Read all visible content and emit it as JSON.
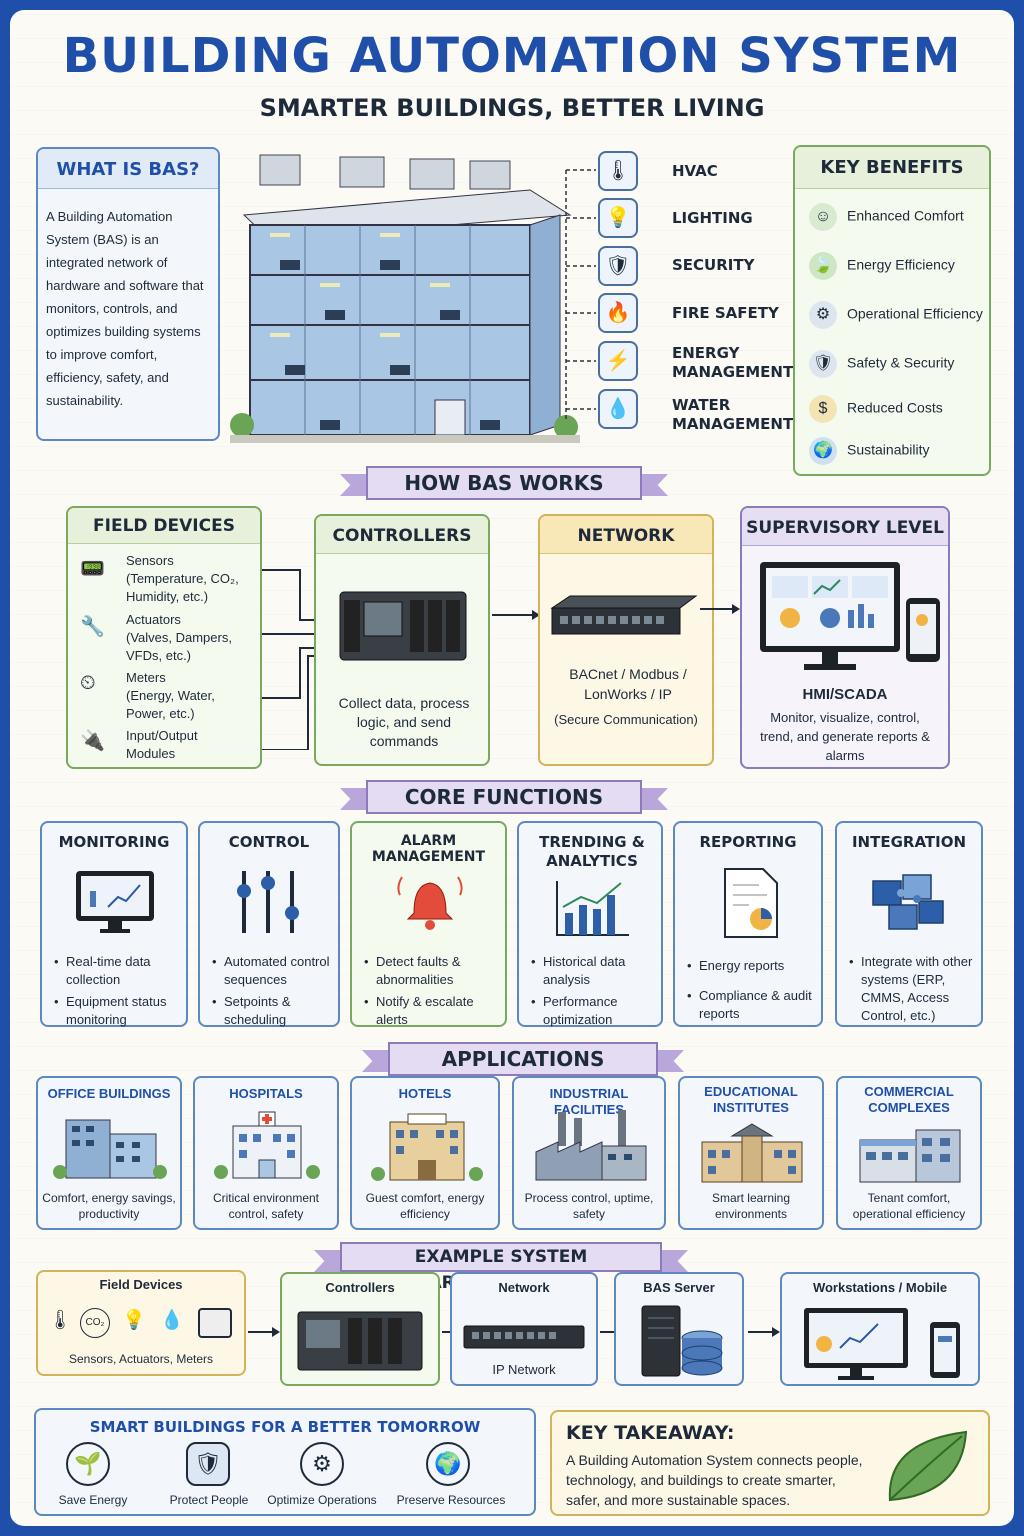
{
  "header": {
    "title": "BUILDING AUTOMATION SYSTEM",
    "subtitle": "SMARTER BUILDINGS, BETTER LIVING"
  },
  "what_is": {
    "heading": "WHAT IS BAS?",
    "body": "A Building Automation System (BAS) is an integrated network of hardware and software that monitors, controls, and optimizes building systems to improve comfort, efficiency, safety, and sustainability."
  },
  "systems": [
    {
      "label": "HVAC",
      "icon": "thermometer-icon"
    },
    {
      "label": "LIGHTING",
      "icon": "lightbulb-icon"
    },
    {
      "label": "SECURITY",
      "icon": "shield-icon"
    },
    {
      "label": "FIRE SAFETY",
      "icon": "flame-icon"
    },
    {
      "label": "ENERGY MANAGEMENT",
      "icon": "bolt-icon"
    },
    {
      "label": "WATER MANAGEMENT",
      "icon": "water-drop-icon"
    }
  ],
  "benefits": {
    "heading": "KEY BENEFITS",
    "items": [
      {
        "label": "Enhanced Comfort",
        "icon": "person-icon"
      },
      {
        "label": "Energy Efficiency",
        "icon": "leaf-icon"
      },
      {
        "label": "Operational Efficiency",
        "icon": "gear-icon"
      },
      {
        "label": "Safety & Security",
        "icon": "shield-icon"
      },
      {
        "label": "Reduced Costs",
        "icon": "dollar-icon"
      },
      {
        "label": "Sustainability",
        "icon": "globe-icon"
      }
    ]
  },
  "how": {
    "banner": "HOW BAS WORKS",
    "field": {
      "heading": "FIELD DEVICES",
      "items": [
        {
          "name": "Sensors",
          "detail": "(Temperature, CO₂, Humidity, etc.)"
        },
        {
          "name": "Actuators",
          "detail": "(Valves, Dampers, VFDs, etc.)"
        },
        {
          "name": "Meters",
          "detail": "(Energy, Water, Power, etc.)"
        },
        {
          "name": "Input/Output",
          "detail": "Modules"
        }
      ]
    },
    "controllers": {
      "heading": "CONTROLLERS",
      "desc": "Collect data, process logic, and send commands"
    },
    "network": {
      "heading": "NETWORK",
      "desc": "BACnet / Modbus / LonWorks / IP",
      "note": "(Secure Communication)"
    },
    "supervisory": {
      "heading": "SUPERVISORY LEVEL",
      "sub": "HMI/SCADA",
      "desc": "Monitor, visualize, control, trend, and generate reports & alarms"
    }
  },
  "core": {
    "banner": "CORE FUNCTIONS",
    "items": [
      {
        "title": "MONITORING",
        "bullets": [
          "Real-time data collection",
          "Equipment status monitoring"
        ]
      },
      {
        "title": "CONTROL",
        "bullets": [
          "Automated control sequences",
          "Setpoints & scheduling"
        ]
      },
      {
        "title": "ALARM MANAGEMENT",
        "bullets": [
          "Detect faults & abnormalities",
          "Notify & escalate alerts"
        ]
      },
      {
        "title": "TRENDING & ANALYTICS",
        "bullets": [
          "Historical data analysis",
          "Performance optimization"
        ]
      },
      {
        "title": "REPORTING",
        "bullets": [
          "Energy reports",
          "Compliance & audit reports"
        ]
      },
      {
        "title": "INTEGRATION",
        "bullets": [
          "Integrate with other systems (ERP, CMMS, Access Control, etc.)"
        ]
      }
    ]
  },
  "applications": {
    "banner": "APPLICATIONS",
    "items": [
      {
        "title": "OFFICE BUILDINGS",
        "desc": "Comfort, energy savings, productivity"
      },
      {
        "title": "HOSPITALS",
        "desc": "Critical environment control, safety"
      },
      {
        "title": "HOTELS",
        "desc": "Guest comfort, energy efficiency"
      },
      {
        "title": "INDUSTRIAL FACILITIES",
        "desc": "Process control, uptime, safety"
      },
      {
        "title": "EDUCATIONAL INSTITUTES",
        "desc": "Smart learning environments"
      },
      {
        "title": "COMMERCIAL COMPLEXES",
        "desc": "Tenant comfort, operational efficiency"
      }
    ]
  },
  "architecture": {
    "banner": "EXAMPLE SYSTEM ARCHITECTURE",
    "field": {
      "title": "Field Devices",
      "desc": "Sensors, Actuators, Meters",
      "co2": "CO₂"
    },
    "controllers": {
      "title": "Controllers"
    },
    "network": {
      "title": "Network",
      "desc": "IP Network"
    },
    "server": {
      "title": "BAS Server"
    },
    "workstations": {
      "title": "Workstations / Mobile"
    }
  },
  "footer": {
    "heading": "SMART BUILDINGS FOR A BETTER TOMORROW",
    "items": [
      {
        "label": "Save Energy",
        "icon": "leaf-plug-icon"
      },
      {
        "label": "Protect People",
        "icon": "shield-person-icon"
      },
      {
        "label": "Optimize Operations",
        "icon": "gear-chart-icon"
      },
      {
        "label": "Preserve Resources",
        "icon": "globe-icon"
      }
    ]
  },
  "takeaway": {
    "heading": "KEY TAKEAWAY:",
    "body": "A Building Automation System connects people, technology, and buildings to create smarter, safer, and more sustainable spaces."
  }
}
